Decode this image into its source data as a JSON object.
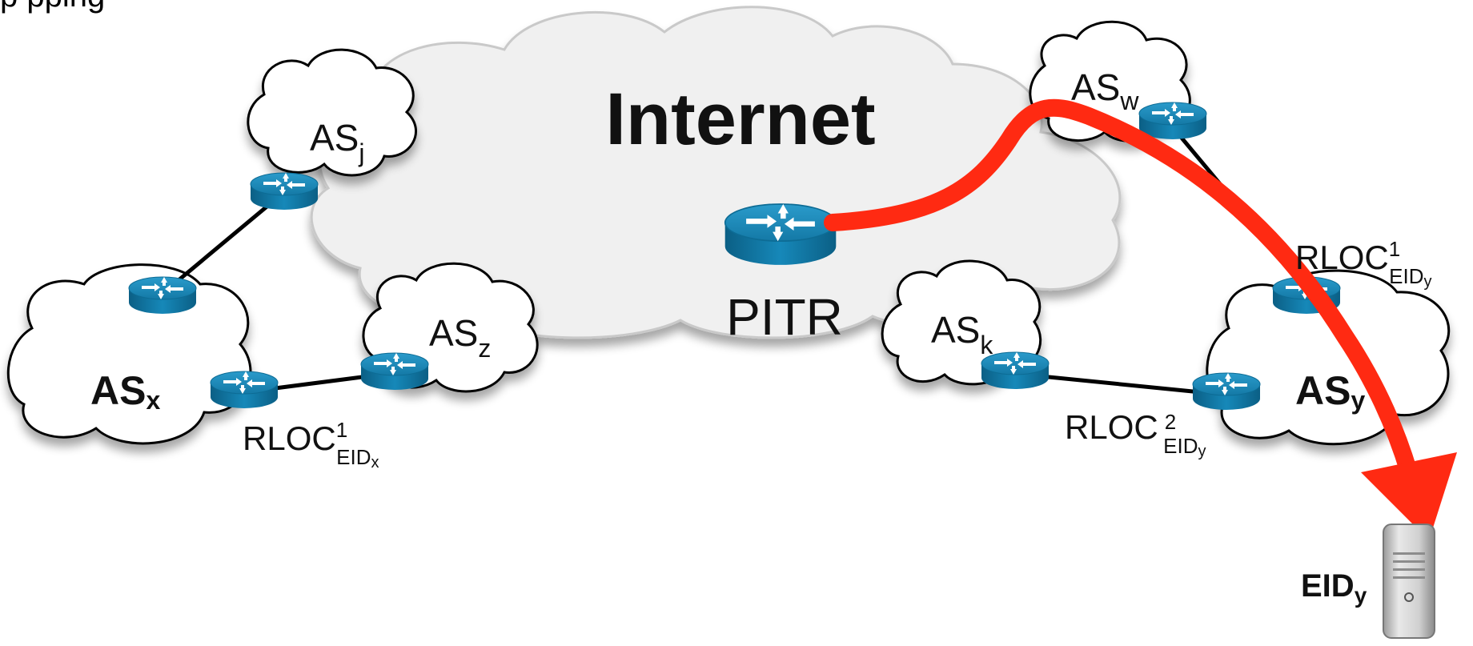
{
  "title_fragment": "p                                                                       pping",
  "internet_label": "Internet",
  "pitr_label": "PITR",
  "as_labels": {
    "as_j": {
      "main": "AS",
      "sub": "j"
    },
    "as_w": {
      "main": "AS",
      "sub": "w"
    },
    "as_z": {
      "main": "AS",
      "sub": "z"
    },
    "as_k": {
      "main": "AS",
      "sub": "k"
    },
    "as_x": {
      "main": "AS",
      "sub": "x"
    },
    "as_y": {
      "main": "AS",
      "sub": "y"
    }
  },
  "rloc_labels": {
    "rloc1_eidx": {
      "main": "RLOC",
      "sup": "1",
      "sub": "EID",
      "subsub": "x"
    },
    "rloc1_eidy": {
      "main": "RLOC",
      "sup": "1",
      "sub": "EID",
      "subsub": "y"
    },
    "rloc2_eidy": {
      "main": "RLOC",
      "sup": "2",
      "sub": "EID",
      "subsub": "y"
    }
  },
  "host_label": {
    "main": "EID",
    "sub": "y"
  },
  "colors": {
    "cloud_fill": "#f0f0f0",
    "as_cloud_fill": "#ffffff",
    "router_top": "#1b87b5",
    "router_side": "#0b6a93",
    "path_red": "#ff2a12",
    "link": "#000000"
  }
}
